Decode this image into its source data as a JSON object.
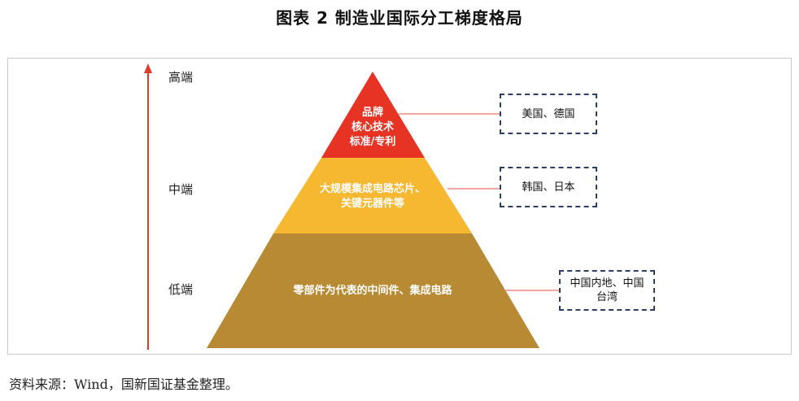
{
  "title": "图表 2 制造业国际分工梯度格局",
  "tiers": {
    "high": "高端",
    "mid": "中端",
    "low": "低端"
  },
  "pyramid": {
    "top": {
      "line1": "品牌",
      "line2": "核心技术",
      "line3": "标准/专利",
      "color": "#e63324"
    },
    "middle": {
      "line1": "大规模集成电路芯片、",
      "line2": "关键元器件等",
      "color": "#f6b731"
    },
    "bottom": {
      "line1": "零部件为代表的中间件、集成电路",
      "color": "#b78a33"
    }
  },
  "countries": {
    "top": "美国、德国",
    "middle": "韩国、日本",
    "bottom_line1": "中国内地、中国",
    "bottom_line2": "台湾"
  },
  "colors": {
    "arrow": "#e23a2a",
    "connector": "#f08a80",
    "box_border": "#2c3e66"
  },
  "source": "资料来源：Wind，国新国证基金整理。"
}
